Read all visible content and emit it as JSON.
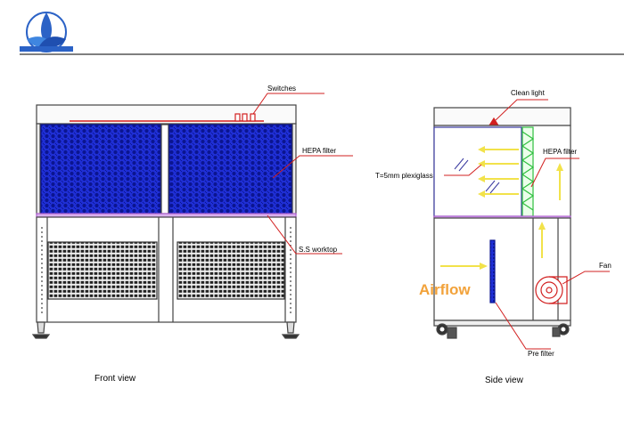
{
  "colors": {
    "line": "#444444",
    "filter_blue": "#1f2fd6",
    "filter_dark": "#0b1590",
    "callout_red": "#d22020",
    "pink_strip": "#b060d0",
    "arrow_yellow": "#f2e24a",
    "hepa_green": "#2fbf3f",
    "airflow_orange": "#f2a23a",
    "logo_blue": "#2b62c6"
  },
  "labels": {
    "switches": "Switches",
    "hepa_front": "HEPA filter",
    "ss_worktop": "S.S worktop",
    "front_view": "Front view",
    "clean_light": "Clean light",
    "hepa_side": "HEPA filter",
    "plexiglass": "T=5mm plexiglass",
    "fan": "Fan",
    "airflow": "Airflow",
    "pre_filter": "Pre filter",
    "side_view": "Side view"
  },
  "icons": {
    "logo": "company-logo"
  }
}
